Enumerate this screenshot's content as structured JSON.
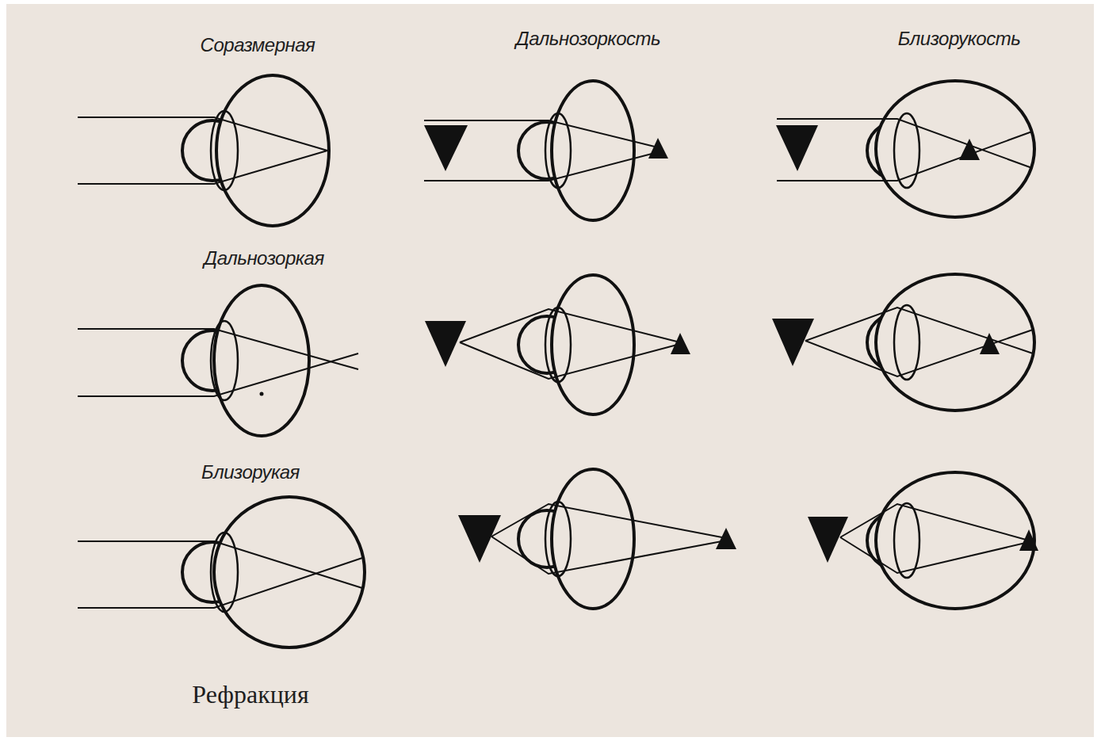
{
  "diagram": {
    "caption": "Рефракция",
    "labels": [
      "Соразмерная",
      "Дальнозоркость",
      "Близорукость",
      "Дальнозоркая",
      "Близорукая"
    ]
  }
}
